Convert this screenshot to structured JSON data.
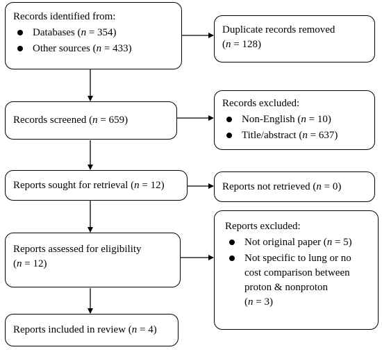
{
  "identified": {
    "title": "Records identified from:",
    "items": [
      {
        "text": "Databases (",
        "n": "n",
        "rest": " = 354)"
      },
      {
        "text": "Other sources (",
        "n": "n",
        "rest": " = 433)"
      }
    ]
  },
  "duplicates": {
    "line1": "Duplicate records removed",
    "line2_pre": "(",
    "n": "n",
    "line2_post": " = 128)"
  },
  "screened": {
    "pre": "Records screened (",
    "n": "n",
    "post": " = 659)"
  },
  "excluded1": {
    "title": "Records excluded:",
    "items": [
      {
        "text": "Non-English (",
        "n": "n",
        "rest": " = 10)"
      },
      {
        "text": "Title/abstract (",
        "n": "n",
        "rest": " = 637)"
      }
    ]
  },
  "sought": {
    "pre": "Reports sought for retrieval (",
    "n": "n",
    "post": " = 12)"
  },
  "not_retrieved": {
    "pre": "Reports not retrieved (",
    "n": "n",
    "post": " = 0)"
  },
  "assessed": {
    "line1": "Reports assessed for eligibility",
    "line2_pre": "(",
    "n": "n",
    "line2_post": " = 12)"
  },
  "excluded2": {
    "title": "Reports excluded:",
    "item1": {
      "text": "Not original paper (",
      "n": "n",
      "rest": " = 5)"
    },
    "item2": {
      "line1": "Not specific to lung or no",
      "line2": "cost comparison between",
      "line3": "proton & nonproton",
      "line4_pre": "(",
      "n": "n",
      "line4_post": " = 3)"
    }
  },
  "included": {
    "pre": "Reports included in review (",
    "n": "n",
    "post": " = 4)"
  }
}
